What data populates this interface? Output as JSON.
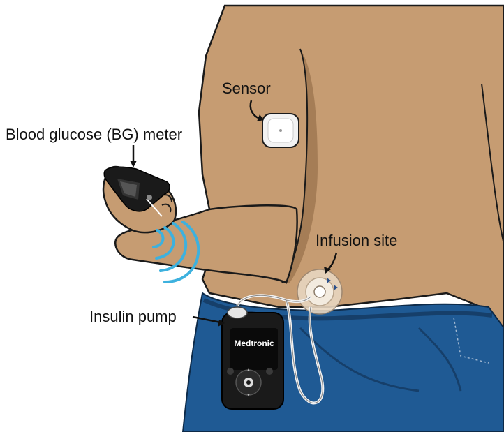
{
  "labels": {
    "sensor": "Sensor",
    "meter": "Blood glucose (BG) meter",
    "infusion_site": "Infusion site",
    "insulin_pump": "Insulin pump"
  },
  "pump_brand": "Medtronic",
  "colors": {
    "skin": "#C69C72",
    "skin_shadow": "#8A6440",
    "jeans": "#1F5A94",
    "jeans_dark": "#163F6A",
    "signal": "#3DB1DE",
    "device": "#1A1A1A",
    "sensor_patch": "#F2F2F2"
  }
}
